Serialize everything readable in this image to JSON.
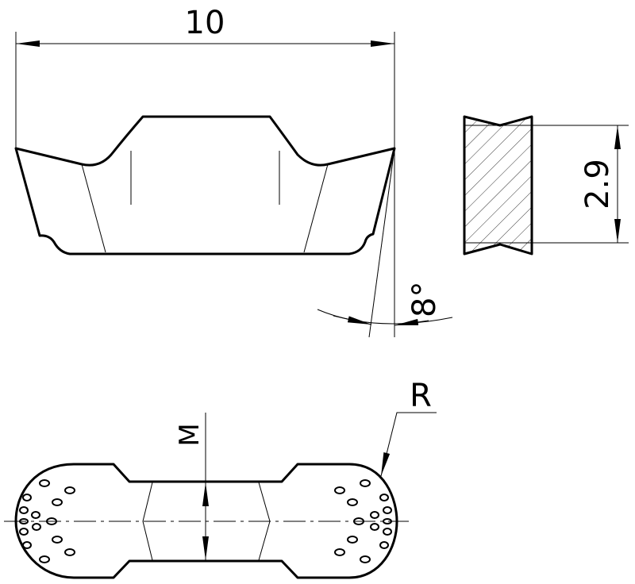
{
  "drawing": {
    "width_label": "10",
    "thickness_label": "2.9",
    "angle_label": "8°",
    "radius_label": "R",
    "width_mid_label": "M",
    "line_color": "#000000",
    "background": "#ffffff"
  }
}
